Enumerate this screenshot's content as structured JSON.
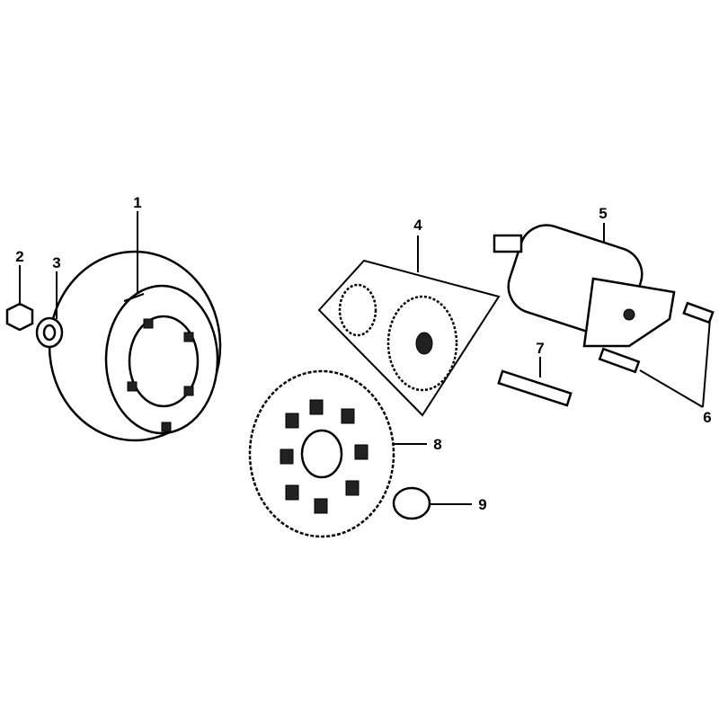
{
  "diagram": {
    "callouts": [
      {
        "id": "1",
        "part": "flywheel"
      },
      {
        "id": "2",
        "part": "nut"
      },
      {
        "id": "3",
        "part": "washer"
      },
      {
        "id": "4",
        "part": "starter-idle-gear-set"
      },
      {
        "id": "5",
        "part": "starter-motor"
      },
      {
        "id": "6",
        "part": "bolts"
      },
      {
        "id": "7",
        "part": "stud-bolt"
      },
      {
        "id": "8",
        "part": "starter-driven-gear"
      },
      {
        "id": "9",
        "part": "one-way-clutch"
      }
    ]
  }
}
